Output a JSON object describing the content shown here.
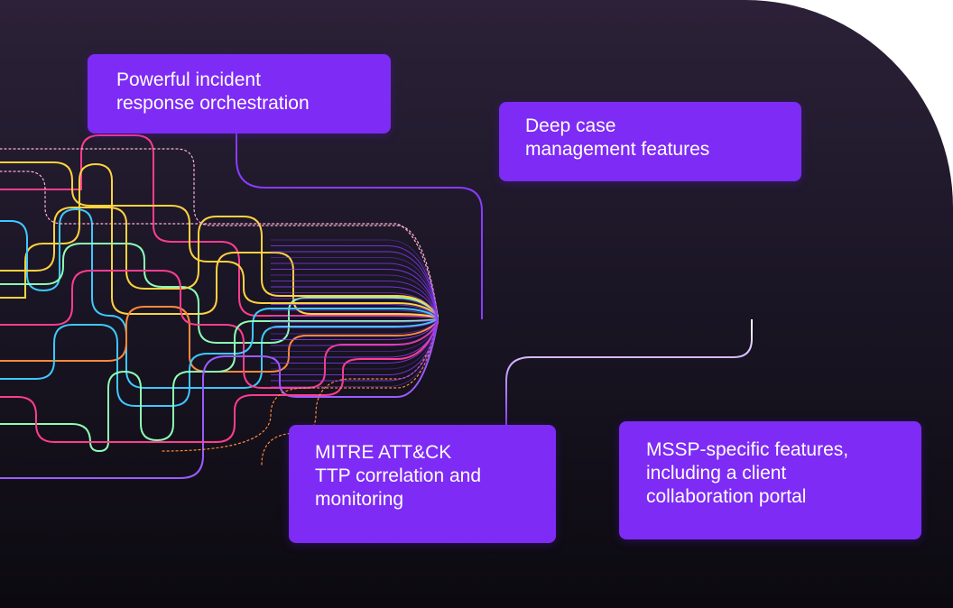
{
  "nodes": [
    {
      "id": "box1",
      "label": "Powerful incident\nresponse orchestration"
    },
    {
      "id": "box2",
      "label": "Deep case\nmanagement features"
    },
    {
      "id": "box3",
      "label": "MITRE ATT&CK\nTTP correlation and\nmonitoring"
    },
    {
      "id": "box4",
      "label": "MSSP-specific features,\nincluding a client\ncollaboration portal"
    }
  ],
  "colors": {
    "box_fill": "#7e2bf5",
    "connector": "#8a3cff",
    "trunk": "#ffffff",
    "wires": [
      "#ff3d8f",
      "#ffd23f",
      "#3ec8ff",
      "#8dffb4",
      "#ff8a3d",
      "#9b5cff",
      "#ffb2d6"
    ]
  }
}
